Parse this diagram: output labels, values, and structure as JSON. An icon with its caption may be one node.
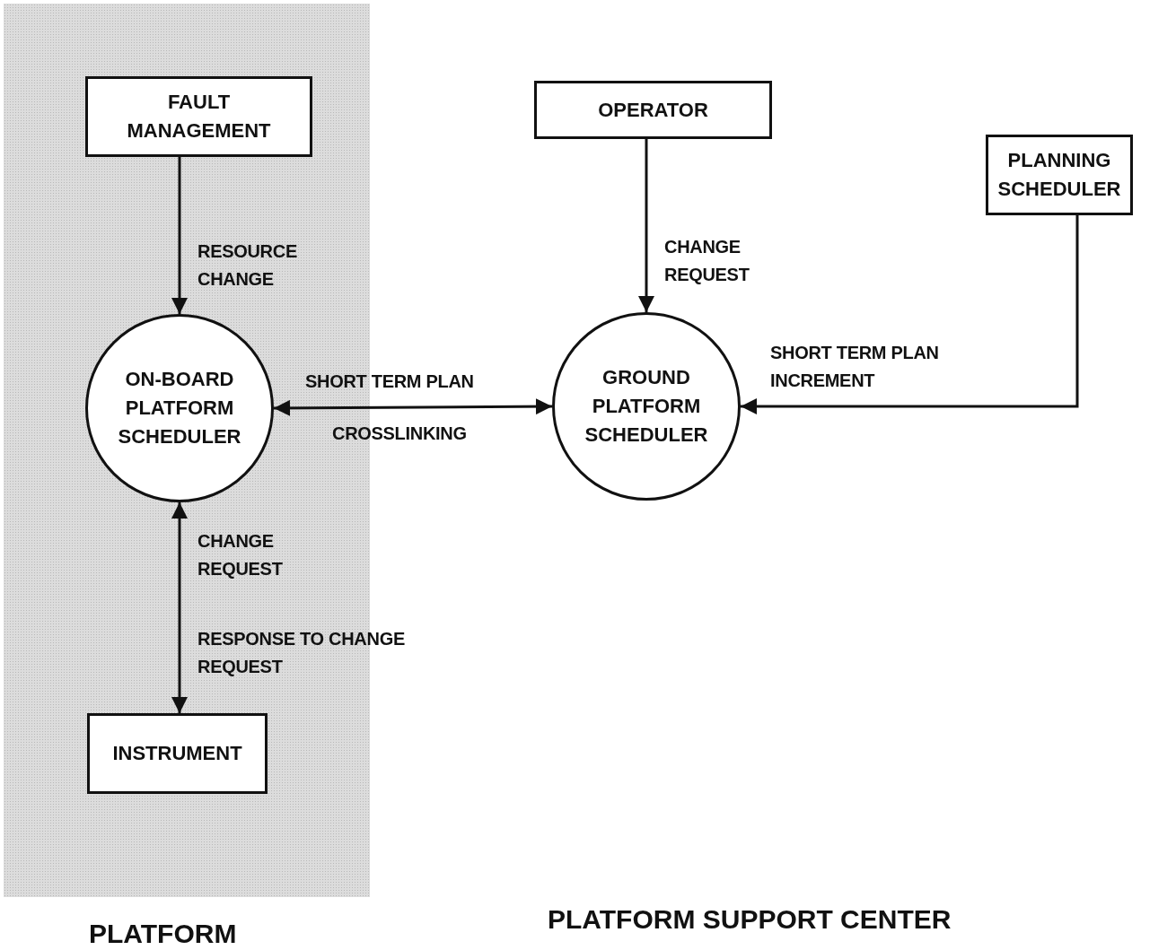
{
  "diagram": {
    "nodes": [
      {
        "text": [
          "PLATFORM"
        ]
      },
      {
        "text": [
          "FAULT MANAGEMENT"
        ],
        "in": 0
      },
      {
        "text": [
          "OPERATOR"
        ]
      },
      {
        "text": [
          "PLANNING SCHEDULER"
        ]
      },
      {
        "text": [
          "ON-BOARD PLATFORM SCHEDULER"
        ],
        "in": 0
      },
      {
        "text": [
          "GROUND PLATFORM SCHEDULER"
        ]
      },
      {
        "text": [
          "INSTRUMENT"
        ],
        "in": 0
      }
    ],
    "edges": [
      {
        "from": 1,
        "to": 4,
        "arrow": "to",
        "label": "RESOURCE CHANGE"
      },
      {
        "from": 2,
        "to": 5,
        "arrow": "to",
        "label": "CHANGE REQUEST"
      },
      {
        "from": 3,
        "to": 5,
        "arrow": "to",
        "label": "SHORT TERM PLAN INCREMENT"
      },
      {
        "from": 4,
        "to": 5,
        "arrow": "both",
        "label": "SHORT TERM PLAN"
      },
      {
        "from": 4,
        "to": 6,
        "arrow": "both",
        "label": "CHANGE REQUEST"
      }
    ],
    "labels": [
      "CROSSLINKING",
      "RESPONSE TO CHANGE REQUEST",
      "PLATFORM SUPPORT CENTER"
    ]
  }
}
